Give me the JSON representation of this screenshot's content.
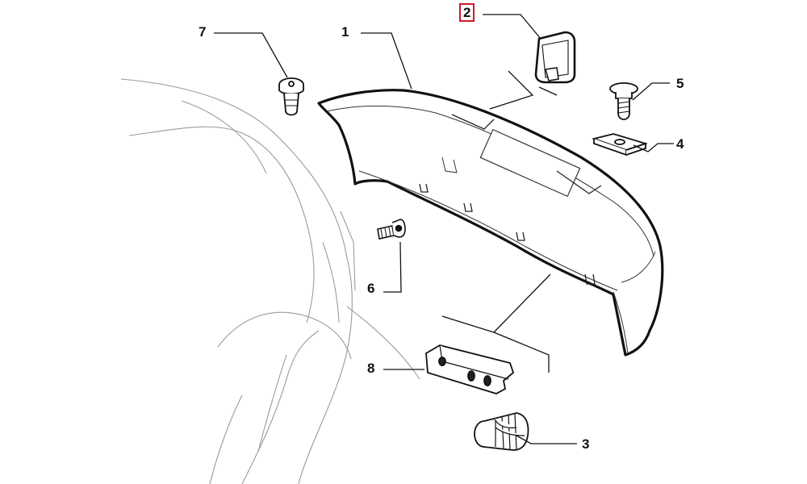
{
  "diagram": {
    "callouts": [
      {
        "id": "part-1",
        "label": "1"
      },
      {
        "id": "part-2",
        "label": "2",
        "highlighted": true
      },
      {
        "id": "part-3",
        "label": "3"
      },
      {
        "id": "part-4",
        "label": "4"
      },
      {
        "id": "part-5",
        "label": "5"
      },
      {
        "id": "part-6",
        "label": "6"
      },
      {
        "id": "part-7",
        "label": "7"
      },
      {
        "id": "part-8",
        "label": "8"
      }
    ],
    "highlight_color": "#d11a2a",
    "line_color": "#111111",
    "sketch_color": "#9a9a9a"
  }
}
